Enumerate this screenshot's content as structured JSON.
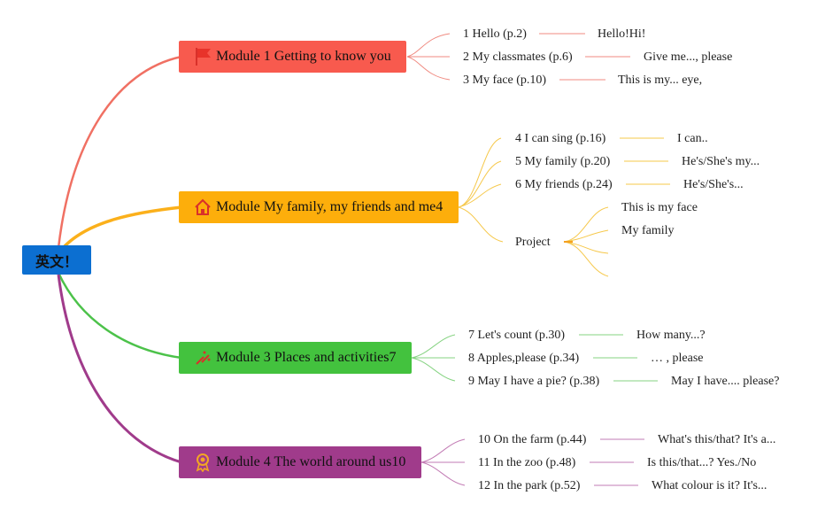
{
  "root": {
    "label": "英文！"
  },
  "modules": [
    {
      "label": "Module 1 Getting to know you",
      "icon": "flag-icon",
      "color": "#f85a4e",
      "units": [
        {
          "title": "1 Hello (p.2)",
          "phrase": "Hello!Hi!"
        },
        {
          "title": "2 My classmates (p.6)",
          "phrase": "Give me..., please"
        },
        {
          "title": "3 My face (p.10)",
          "phrase": "This is my... eye,"
        }
      ]
    },
    {
      "label": "Module My family, my friends and me4",
      "icon": "house-icon",
      "color": "#fdae0b",
      "units": [
        {
          "title": "4 I can sing (p.16)",
          "phrase": "I can.."
        },
        {
          "title": "5 My family (p.20)",
          "phrase": "He's/She's my..."
        },
        {
          "title": "6 My friends (p.24)",
          "phrase": "He's/She's..."
        }
      ],
      "project": {
        "title": "Project",
        "items": [
          "This is my face",
          "My family",
          "",
          ""
        ]
      }
    },
    {
      "label": "Module 3 Places and activities7",
      "icon": "tools-icon",
      "color": "#43c23e",
      "units": [
        {
          "title": "7 Let's count (p.30)",
          "phrase": "How many...?"
        },
        {
          "title": "8 Apples,please (p.34)",
          "phrase": "… , please"
        },
        {
          "title": "9 May I have a pie? (p.38)",
          "phrase": "May I have.... please?"
        }
      ]
    },
    {
      "label": "Module 4 The world around us10",
      "icon": "award-icon",
      "color": "#a03b8b",
      "units": [
        {
          "title": "10 On the farm (p.44)",
          "phrase": "What's this/that? It's a..."
        },
        {
          "title": "11 In the zoo (p.48)",
          "phrase": "Is this/that...? Yes./No"
        },
        {
          "title": "12 In the park (p.52)",
          "phrase": "What colour is it? It's..."
        }
      ]
    }
  ]
}
